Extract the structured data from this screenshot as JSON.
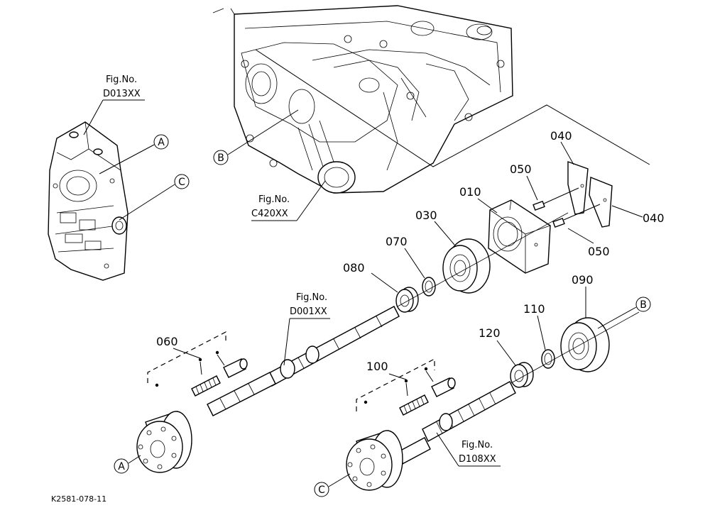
{
  "part_numbers": {
    "p040a": "040",
    "p040b": "040",
    "p050a": "050",
    "p050b": "050",
    "p010": "010",
    "p030": "030",
    "p070": "070",
    "p080": "080",
    "p090": "090",
    "p110": "110",
    "p120": "120",
    "p060": "060",
    "p100": "100"
  },
  "fig_refs": {
    "d013": {
      "line1": "Fig.No.",
      "line2": "D013XX"
    },
    "c420": {
      "line1": "Fig.No.",
      "line2": "C420XX"
    },
    "d001": {
      "line1": "Fig.No.",
      "line2": "D001XX"
    },
    "d108": {
      "line1": "Fig.No.",
      "line2": "D108XX"
    }
  },
  "markers": {
    "a_top": "A",
    "c_top": "C",
    "b_top": "B",
    "b_right": "B",
    "a_bottom": "A",
    "c_bottom": "C"
  },
  "drawing_code": "K2581-078-11"
}
